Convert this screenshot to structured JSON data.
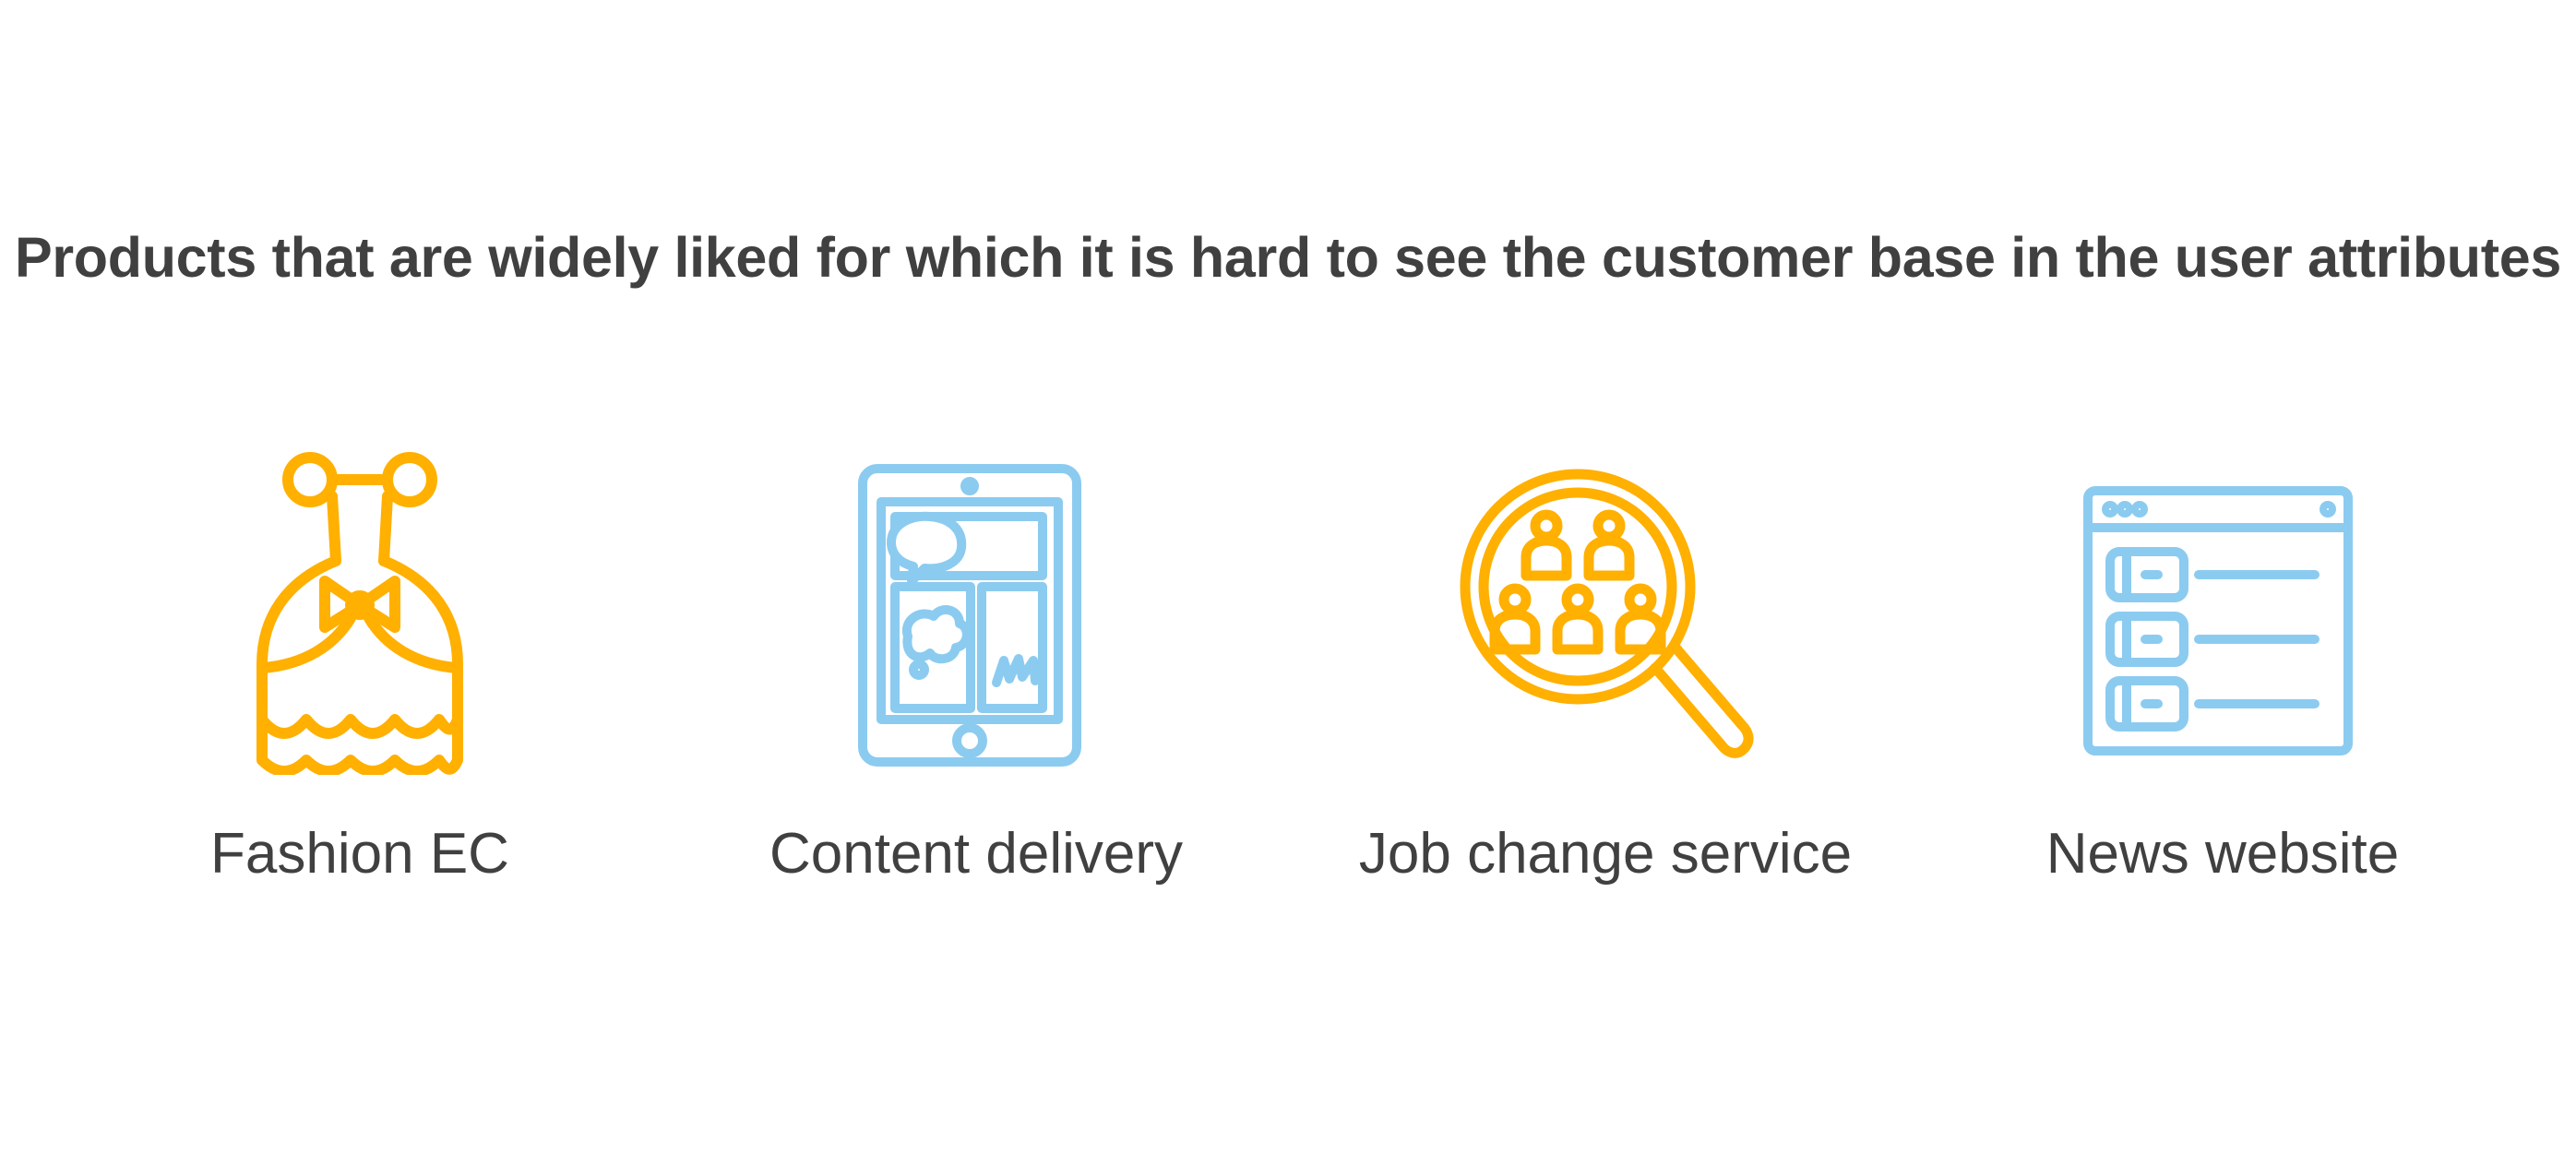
{
  "title": "Products that are widely liked for which it is hard to see the customer base in the user attributes",
  "colors": {
    "text": "#404040",
    "orange": "#FFB000",
    "blue": "#8CCBF0"
  },
  "items": [
    {
      "label": "Fashion EC",
      "icon": "dress-icon"
    },
    {
      "label": "Content delivery",
      "icon": "tablet-icon"
    },
    {
      "label": "Job change service",
      "icon": "magnifier-people-icon"
    },
    {
      "label": "News website",
      "icon": "browser-list-icon"
    }
  ]
}
